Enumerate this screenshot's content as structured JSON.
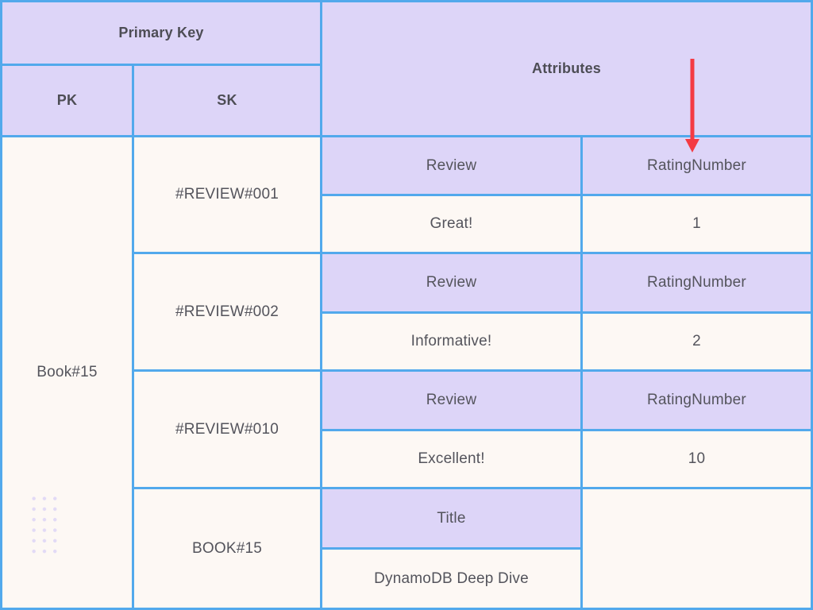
{
  "diagram": {
    "headers": {
      "primary_key": "Primary Key",
      "pk": "PK",
      "sk": "SK",
      "attributes": "Attributes"
    },
    "pk_value": "Book#15",
    "blocks": [
      {
        "sk": "#REVIEW#001",
        "attr1_name": "Review",
        "attr2_name": "RatingNumber",
        "attr1_value": "Great!",
        "attr2_value": "1"
      },
      {
        "sk": "#REVIEW#002",
        "attr1_name": "Review",
        "attr2_name": "RatingNumber",
        "attr1_value": "Informative!",
        "attr2_value": "2"
      },
      {
        "sk": "#REVIEW#010",
        "attr1_name": "Review",
        "attr2_name": "RatingNumber",
        "attr1_value": "Excellent!",
        "attr2_value": "10"
      },
      {
        "sk": "BOOK#15",
        "attr1_name": "Title",
        "attr1_value": "DynamoDB Deep Dive"
      }
    ],
    "colors": {
      "header_bg": "#DDD5F8",
      "cell_bg": "#FDF8F4",
      "border": "#52A9EC",
      "text": "#54545C",
      "arrow": "#F43B43",
      "dots": "#E2DAF6"
    }
  }
}
